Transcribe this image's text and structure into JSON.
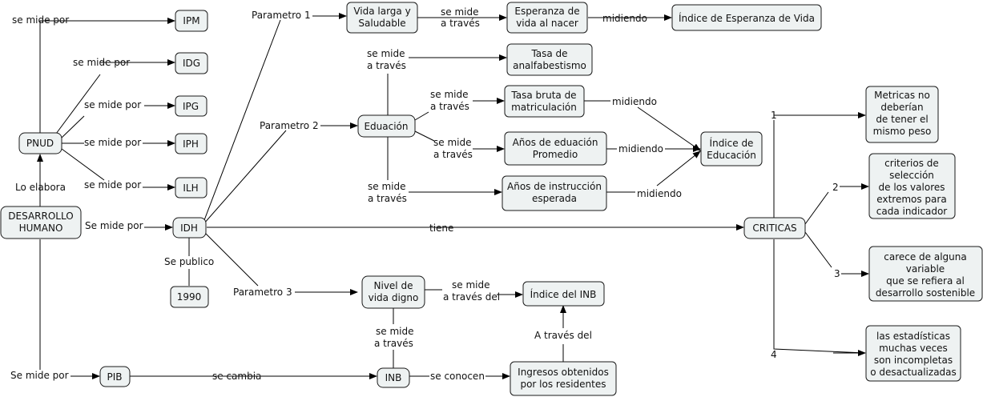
{
  "nodes": {
    "ipm": "IPM",
    "idg": "IDG",
    "ipg": "IPG",
    "iph": "IPH",
    "ilh": "ILH",
    "pnud": "PNUD",
    "desarrollo": [
      "DESARROLLO",
      "HUMANO"
    ],
    "idh": "IDH",
    "anio": "1990",
    "pib": "PIB",
    "vida": [
      "Vida larga y",
      "Saludable"
    ],
    "esperanza": [
      "Esperanza de",
      "vida al nacer"
    ],
    "indice_vida": "Índice de Esperanza de Vida",
    "tasa_analf": [
      "Tasa de",
      "analfabestismo"
    ],
    "tasa_bruta": [
      "Tasa bruta de",
      "matriculación"
    ],
    "educacion": "Eduación",
    "anios_edu": [
      "Años de eduación",
      "Promedio"
    ],
    "anios_instr": [
      "Años de instrucción",
      "esperada"
    ],
    "indice_edu": [
      "Índice de",
      "Educación"
    ],
    "nivel": [
      "Nivel de",
      "vida digno"
    ],
    "indice_inb": "Índice del INB",
    "inb": "INB",
    "ingresos": [
      "Ingresos obtenidos",
      "por los residentes"
    ],
    "criticas": "CRITICAS",
    "metricas": [
      "Metricas no",
      "deberían",
      "de tener el",
      "mismo peso"
    ],
    "criterios": [
      "criterios de",
      "selección",
      "de los valores",
      "extremos para",
      "cada indicador"
    ],
    "carece": [
      "carece de alguna",
      "variable",
      "que se refiera al",
      "desarrollo sostenible"
    ],
    "estadisticas": [
      "las estadísticas",
      "muchas veces",
      "son incompletas",
      "o desactualizadas"
    ]
  },
  "labels": {
    "se_mide_por": "se mide por",
    "se_mide_por_cap": "Se mide por",
    "lo_elabora": "Lo elabora",
    "se_publico": "Se publico",
    "se_cambia": "se cambia",
    "se_conocen": "se conocen",
    "a_traves_del": "A través del",
    "se_mide_a_traves_del": [
      "se mide",
      "a través del"
    ],
    "se_mide_a_traves": [
      "se mide",
      "a través"
    ],
    "parametro_1": "Parametro 1",
    "parametro_2": "Parametro 2",
    "parametro_3": "Parametro 3",
    "midiendo": "midiendo",
    "tiene": "tiene",
    "n1": "1",
    "n2": "2",
    "n3": "3",
    "n4": "4"
  }
}
